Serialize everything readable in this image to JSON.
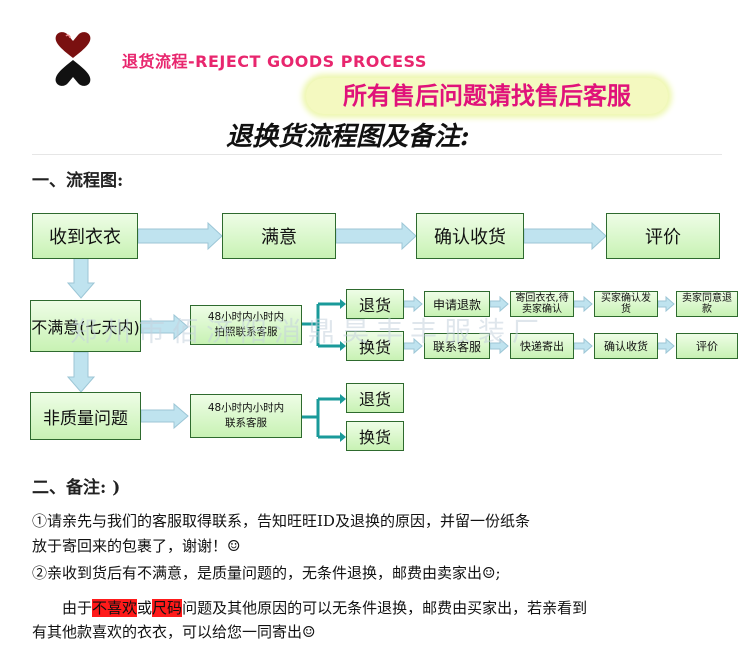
{
  "header": {
    "logo_title": "退货流程-REJECT GOODS PROCESS",
    "banner": "所有售后问题请找售后客服",
    "main_title": "退换货流程图及备注:"
  },
  "sections": {
    "flow_heading": "一、流程图:",
    "notes_heading": "二、备注: )"
  },
  "flow": {
    "row1": [
      "收到衣衣",
      "满意",
      "确认收货",
      "评价"
    ],
    "unsatisfied": "不满意(七天内)",
    "service1": {
      "line1": "48小时内小时内",
      "line2": "拍照联系客服"
    },
    "return_label": "退货",
    "exchange_label": "换货",
    "return_chain": [
      "申请退款",
      "寄回衣衣,待卖家确认",
      "买家确认发货",
      "卖家同意退款"
    ],
    "exchange_chain": [
      "联系客服",
      "快递寄出",
      "确认收货",
      "评价"
    ],
    "non_quality": "非质量问题",
    "service2": {
      "line1": "48小时内小时内",
      "line2": "联系客服"
    },
    "return_label2": "退货",
    "exchange_label2": "换货"
  },
  "watermark": "郑州市佰济阳消鼎昊丰丰服装厂",
  "notes": {
    "n1_line1": "①请亲先与我们的客服取得联系，告知旺旺ID及退换的原因，并留一份纸条",
    "n1_line2": "放于寄回来的包裹了，谢谢！☺",
    "n2": "②亲收到货后有不满意，是质量问题的，无条件退换，邮费由卖家出☺;",
    "n3_pre": "由于",
    "n3_hl1": "不喜欢",
    "n3_mid": "或",
    "n3_hl2": "尺码",
    "n3_post": "问题及其他原因的可以无条件退换，邮费由买家出，若亲看到",
    "n3_line2": "有其他款喜欢的衣衣，可以给您一同寄出☺"
  },
  "colors": {
    "box_border": "#2e6a2e",
    "arrow_fill": "#bfe3ef",
    "banner_text": "#e0127a",
    "highlight": "#ff1a1a"
  }
}
